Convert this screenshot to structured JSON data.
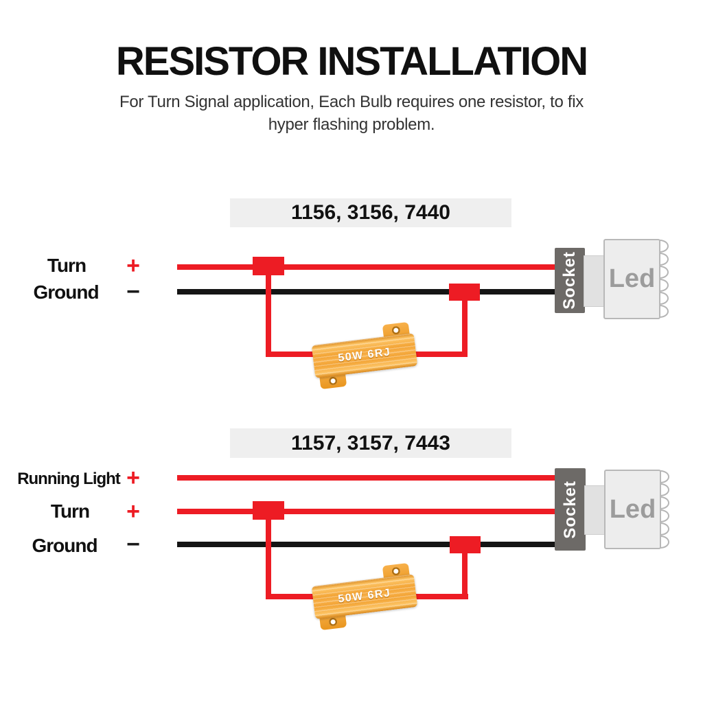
{
  "header": {
    "title": "RESISTOR INSTALLATION",
    "subtitle_line1": "For Turn Signal application, Each Bulb requires one resistor, to fix",
    "subtitle_line2": "hyper flashing problem."
  },
  "colors": {
    "wire_red": "#ED1C24",
    "wire_black": "#151515",
    "resistor_gold": "#F2A232",
    "socket_gray": "#6D6A67",
    "led_body_gray": "#EDEDED",
    "led_text_gray": "#9C9C9C",
    "header_box_bg": "#EFEFEF"
  },
  "diagram1": {
    "header": "1156, 3156, 7440",
    "rows": [
      {
        "label": "Turn",
        "sign": "+"
      },
      {
        "label": "Ground",
        "sign": "−"
      }
    ],
    "resistor_label": "50W 6RJ",
    "socket_label": "Socket",
    "led_label": "Led"
  },
  "diagram2": {
    "header": "1157, 3157, 7443",
    "rows": [
      {
        "label": "Running Light",
        "sign": "+"
      },
      {
        "label": "Turn",
        "sign": "+"
      },
      {
        "label": "Ground",
        "sign": "−"
      }
    ],
    "resistor_label": "50W 6RJ",
    "socket_label": "Socket",
    "led_label": "Led"
  }
}
